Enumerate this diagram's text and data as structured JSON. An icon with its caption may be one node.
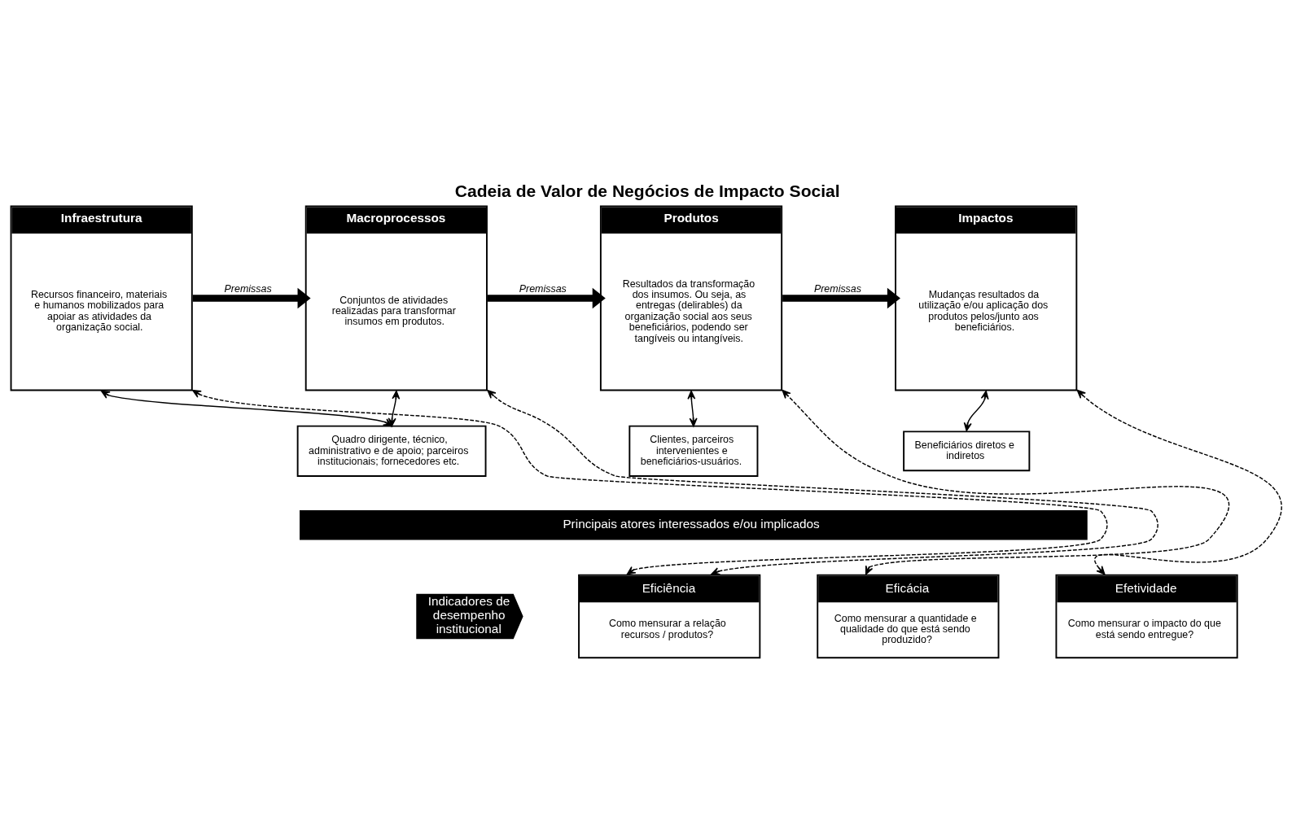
{
  "diagram": {
    "title": "Cadeia de Valor de Negócios de Impacto Social",
    "nodes": [
      {
        "text": [
          "Infraestrutura",
          "Recursos financeiro, materiais e humanos mobilizados para apoiar as atividades da organização social."
        ]
      },
      {
        "text": [
          "Macroprocessos",
          "Conjuntos de atividades realizadas para transformar insumos em produtos."
        ]
      },
      {
        "text": [
          "Produtos",
          "Resultados da transformação dos insumos. Ou seja, as entregas (delirables) da organização social aos seus beneficiários, podendo ser tangíveis ou intangíveis."
        ]
      },
      {
        "text": [
          "Impactos",
          "Mudanças resultados da utilização e/ou aplicação dos produtos pelos/junto aos beneficiários."
        ]
      },
      {
        "text": [
          "Quadro dirigente, técnico, administrativo e de apoio; parceiros institucionais; fornecedores etc."
        ]
      },
      {
        "text": [
          "Clientes, parceiros intervenientes e beneficiários-usuários."
        ]
      },
      {
        "text": [
          "Beneficiários diretos e indiretos"
        ]
      },
      {
        "text": [
          "Principais atores interessados e/ou implicados"
        ]
      },
      {
        "text": [
          "Indicadores de desempenho institucional"
        ]
      },
      {
        "text": [
          "Eficiência",
          "Como mensurar a relação recursos / produtos?"
        ]
      },
      {
        "text": [
          "Eficácia",
          "Como mensurar a quantidade e qualidade do que está sendo produzido?"
        ]
      },
      {
        "text": [
          "Efetividade",
          "Como mensurar o impacto do que está sendo entregue?"
        ]
      }
    ],
    "edges": [
      {
        "from": 0,
        "to": 1,
        "arrow": "to",
        "style": "thick",
        "label": "Premissas"
      },
      {
        "from": 1,
        "to": 2,
        "arrow": "to",
        "style": "thick",
        "label": "Premissas"
      },
      {
        "from": 2,
        "to": 3,
        "arrow": "to",
        "style": "thick",
        "label": "Premissas"
      },
      {
        "from": 0,
        "to": 4,
        "arrow": "both"
      },
      {
        "from": 1,
        "to": 4,
        "arrow": "both"
      },
      {
        "from": 2,
        "to": 5,
        "arrow": "both"
      },
      {
        "from": 3,
        "to": 6,
        "arrow": "both"
      },
      {
        "from": 9,
        "to": 0,
        "arrow": "both",
        "style": "dashed"
      },
      {
        "from": 9,
        "to": 1,
        "arrow": "both",
        "style": "dashed"
      },
      {
        "from": 10,
        "to": 2,
        "arrow": "both",
        "style": "dashed"
      },
      {
        "from": 11,
        "to": 3,
        "arrow": "both",
        "style": "dashed"
      }
    ]
  }
}
